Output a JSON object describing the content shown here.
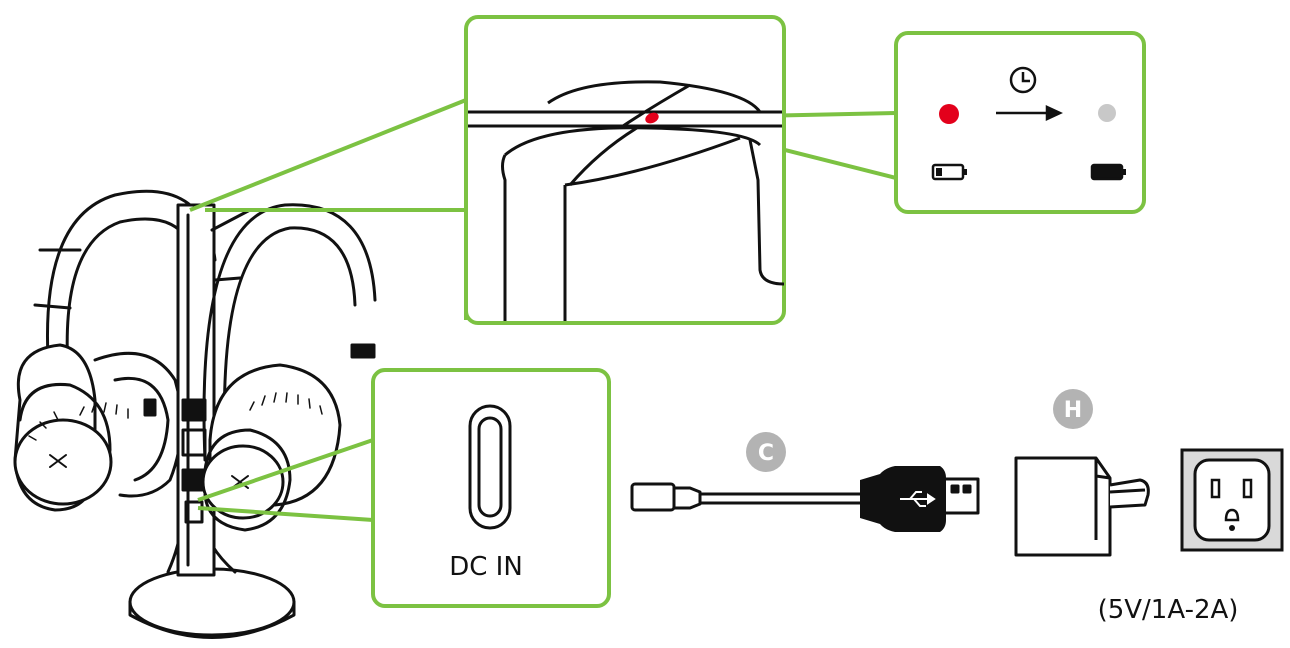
{
  "colors": {
    "callout_green": "#7cc242",
    "led_red": "#e3001b",
    "led_gray": "#c8c8c8",
    "badge_gray": "#b3b3b3",
    "line": "#111111"
  },
  "labels": {
    "port": "DC IN",
    "power_spec": "(5V/1A-2A)",
    "cable_badge": "C",
    "adapter_badge": "H"
  },
  "icons": {
    "clock": "clock-icon",
    "arrow": "arrow-right-icon",
    "battery_low": "battery-low-icon",
    "battery_full": "battery-full-icon"
  }
}
